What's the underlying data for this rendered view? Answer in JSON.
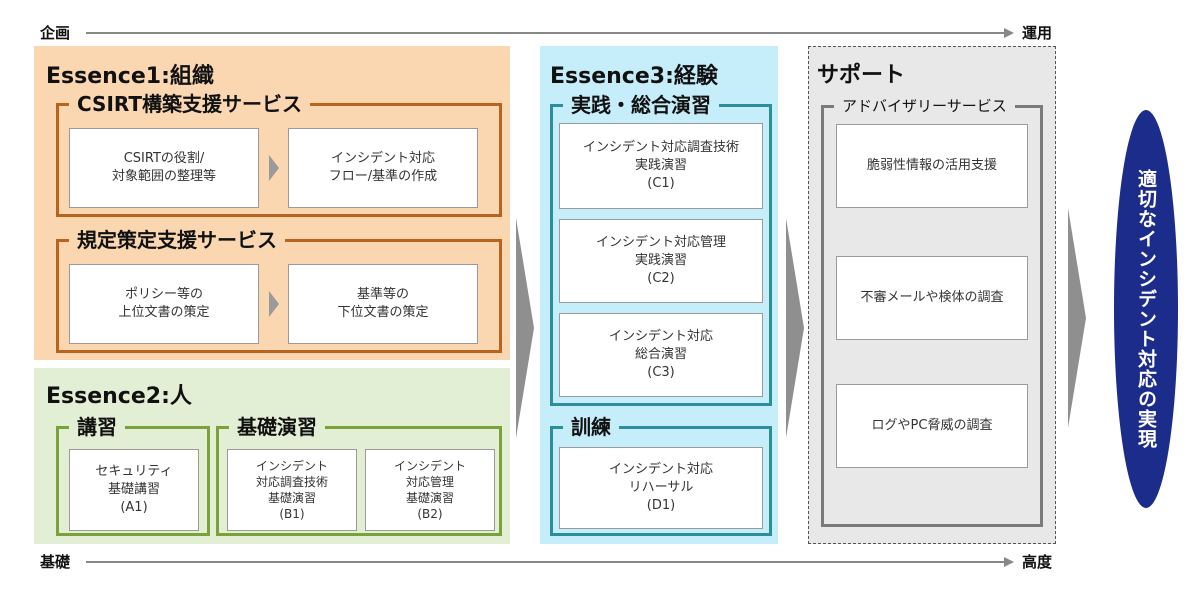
{
  "axis": {
    "top_left": "企画",
    "top_right": "運用",
    "bottom_left": "基礎",
    "bottom_right": "高度"
  },
  "colors": {
    "essence1_bg": "#fad7b0",
    "essence1_border": "#b8641c",
    "essence2_bg": "#e2efd5",
    "essence2_border": "#7aa13a",
    "essence3_bg": "#c6eefa",
    "essence3_border": "#2b8e98",
    "support_bg": "#e8e8e8",
    "support_border": "#7a7a7a",
    "goal_bg": "#1c2c8a"
  },
  "essence1": {
    "title": "Essence1:組織",
    "groups": [
      {
        "title": "CSIRT構築支援サービス",
        "boxes": [
          {
            "line1": "CSIRTの役割/",
            "line2": "対象範囲の整理等"
          },
          {
            "line1": "インシデント対応",
            "line2": "フロー/基準の作成"
          }
        ]
      },
      {
        "title": "規定策定支援サービス",
        "boxes": [
          {
            "line1": "ポリシー等の",
            "line2": "上位文書の策定"
          },
          {
            "line1": "基準等の",
            "line2": "下位文書の策定"
          }
        ]
      }
    ]
  },
  "essence2": {
    "title": "Essence2:人",
    "groups": [
      {
        "title": "講習",
        "boxes": [
          {
            "line1": "セキュリティ",
            "line2": "基礎講習",
            "line3": "(A1)"
          }
        ]
      },
      {
        "title": "基礎演習",
        "boxes": [
          {
            "line1": "インシデント",
            "line2": "対応調査技術",
            "line3": "基礎演習",
            "line4": "(B1)"
          },
          {
            "line1": "インシデント",
            "line2": "対応管理",
            "line3": "基礎演習",
            "line4": "(B2)"
          }
        ]
      }
    ]
  },
  "essence3": {
    "title": "Essence3:経験",
    "groups": [
      {
        "title": "実践・総合演習",
        "boxes": [
          {
            "line1": "インシデント対応調査技術",
            "line2": "実践演習",
            "line3": "(C1)"
          },
          {
            "line1": "インシデント対応管理",
            "line2": "実践演習",
            "line3": "(C2)"
          },
          {
            "line1": "インシデント対応",
            "line2": "総合演習",
            "line3": "(C3)"
          }
        ]
      },
      {
        "title": "訓練",
        "boxes": [
          {
            "line1": "インシデント対応",
            "line2": "リハーサル",
            "line3": "(D1)"
          }
        ]
      }
    ]
  },
  "support": {
    "title": "サポート",
    "group_title": "アドバイザリーサービス",
    "boxes": [
      {
        "line1": "脆弱性情報の活用支援"
      },
      {
        "line1": "不審メールや検体の調査"
      },
      {
        "line1": "ログやPC脅威の調査"
      }
    ]
  },
  "goal": {
    "text": "適切なインシデント対応の実現"
  }
}
